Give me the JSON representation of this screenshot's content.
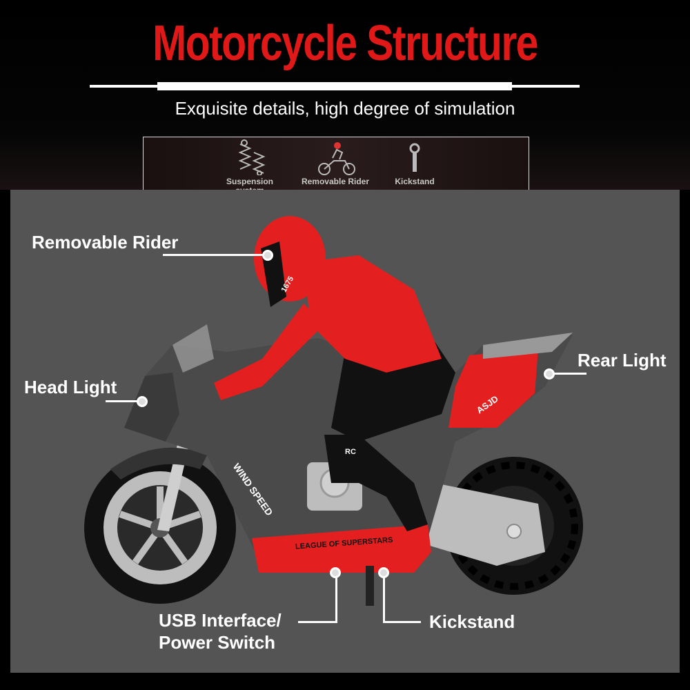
{
  "header": {
    "title": "Motorcycle Structure",
    "subtitle": "Exquisite details, high degree of simulation"
  },
  "features": [
    {
      "icon": "spring-icon",
      "label_line1": "Suspension",
      "label_line2": "system"
    },
    {
      "icon": "rider-icon",
      "label_line1": "Removable Rider",
      "label_line2": ""
    },
    {
      "icon": "kickstand-icon",
      "label_line1": "Kickstand",
      "label_line2": ""
    }
  ],
  "callouts": {
    "rider": "Removable Rider",
    "head_light": "Head Light",
    "rear_light": "Rear Light",
    "usb_line1": "USB Interface/",
    "usb_line2": "Power Switch",
    "kickstand": "Kickstand"
  },
  "bike_text": {
    "number": "1675",
    "fairing": "WIND SPEED",
    "tail": "ASJD",
    "knee": "RC",
    "base": "LEAGUE OF SUPERSTARS"
  },
  "colors": {
    "title": "#e01818",
    "panel": "#545454",
    "bike_red": "#e3201f"
  }
}
